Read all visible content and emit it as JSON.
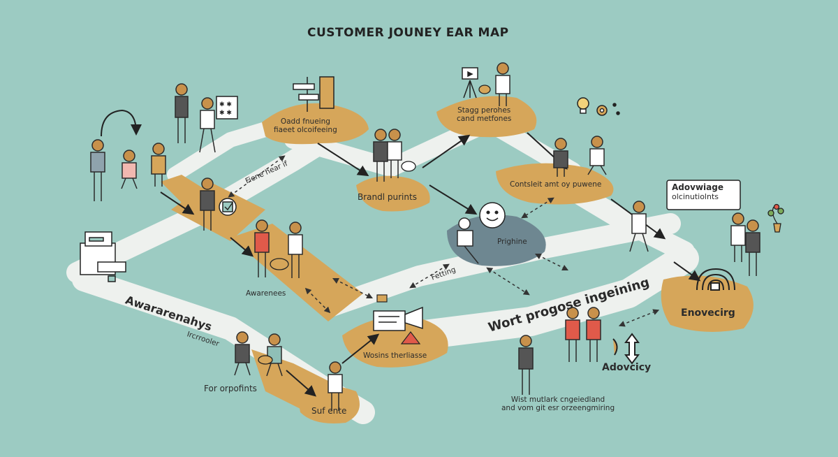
{
  "title": "CUSTOMER JOUNEY EAR MAP",
  "colors": {
    "background": "#9ccbc2",
    "road": "#eef1ee",
    "stage": "#d6a65a",
    "stage_dark": "#6e8791",
    "ink": "#2b2b2b",
    "accent_red": "#e05a4a"
  },
  "labels": {
    "oad_line1": "Oadd fnueing",
    "oad_line2": "fiaeet olcoifeeing",
    "stagg_line1": "Stagg perohes",
    "stagg_line2": "cand metfones",
    "fiene": "Fiene hear if",
    "brand": "Brandl purints",
    "consistent": "Contsleit amt oy puwene",
    "advantage_line1": "Adovwiage",
    "advantage_line2": "olcinutiolnts",
    "prighine": "Prighine",
    "awarenes": "Awarenees",
    "awarenays": "Awararenahys",
    "ircoooler": "Ircrrooler",
    "retting": "Fetting",
    "wort": "Wort progose ingeining",
    "enovecing": "Enovecirg",
    "wosins": "Wosins therliasse",
    "for_orpofints": "For orpofints",
    "advocicy": "Adovcicy",
    "sufente": "Suf ente",
    "bottom_line1": "Wist mutlark cngeiedland",
    "bottom_line2": "and vom git esr orzeengmiring"
  },
  "icons": [
    "arrow-curve-icon",
    "checklist-board-icon",
    "signpost-icon",
    "camera-tripod-icon",
    "lightbulb-icon",
    "gear-icon",
    "checkbox-icon",
    "speech-bubble-icon",
    "printer-icon",
    "smiley-face-icon",
    "letter-icon",
    "megaphone-icon",
    "warning-triangle-icon",
    "rainbow-icon",
    "plant-icon",
    "double-arrow-icon"
  ]
}
